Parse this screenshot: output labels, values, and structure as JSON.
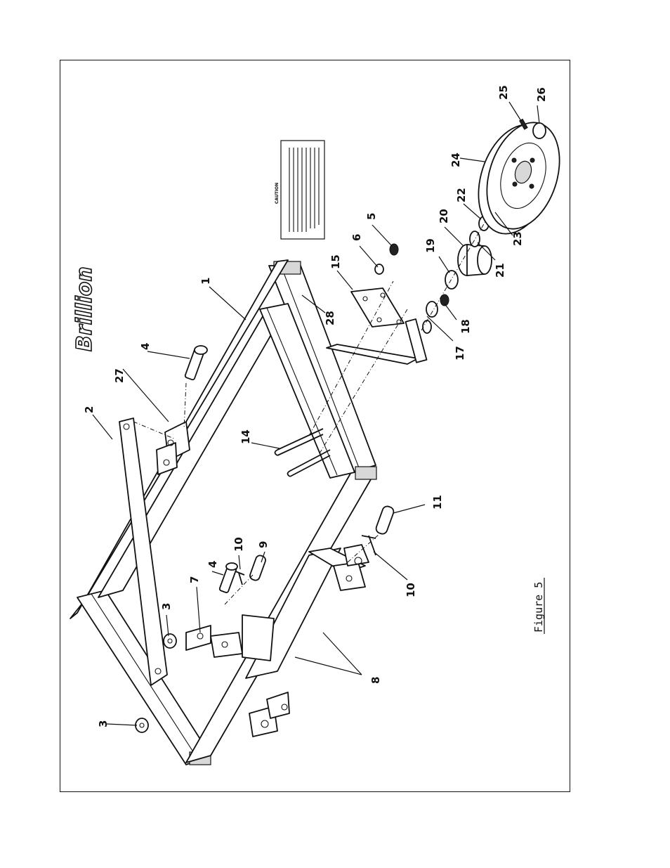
{
  "figure": {
    "caption": "Figure 5",
    "brand": "Brillion",
    "decal_title": "CAUTION"
  },
  "callouts": [
    {
      "id": "c1",
      "label": "1"
    },
    {
      "id": "c2",
      "label": "2"
    },
    {
      "id": "c3a",
      "label": "3"
    },
    {
      "id": "c3b",
      "label": "3"
    },
    {
      "id": "c4a",
      "label": "4"
    },
    {
      "id": "c4b",
      "label": "4"
    },
    {
      "id": "c5",
      "label": "5"
    },
    {
      "id": "c6",
      "label": "6"
    },
    {
      "id": "c7",
      "label": "7"
    },
    {
      "id": "c8",
      "label": "8"
    },
    {
      "id": "c9",
      "label": "9"
    },
    {
      "id": "c10a",
      "label": "10"
    },
    {
      "id": "c10b",
      "label": "10"
    },
    {
      "id": "c11",
      "label": "11"
    },
    {
      "id": "c14",
      "label": "14"
    },
    {
      "id": "c15",
      "label": "15"
    },
    {
      "id": "c17",
      "label": "17"
    },
    {
      "id": "c18",
      "label": "18"
    },
    {
      "id": "c19",
      "label": "19"
    },
    {
      "id": "c20",
      "label": "20"
    },
    {
      "id": "c21",
      "label": "21"
    },
    {
      "id": "c22",
      "label": "22"
    },
    {
      "id": "c23",
      "label": "23"
    },
    {
      "id": "c24",
      "label": "24"
    },
    {
      "id": "c25",
      "label": "25"
    },
    {
      "id": "c26",
      "label": "26"
    },
    {
      "id": "c27",
      "label": "27"
    },
    {
      "id": "c28",
      "label": "28"
    }
  ]
}
